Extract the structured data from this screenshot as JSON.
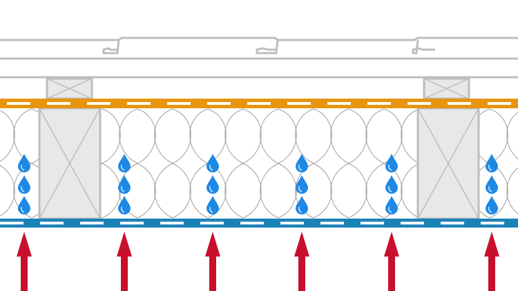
{
  "diagram": {
    "subject": "roof-insulation-cross-section",
    "colors": {
      "outline": "#BDBDBD",
      "timber_fill": "#E8E8E8",
      "outer_membrane": "#E8940E",
      "inner_vapour_barrier": "#1B82B8",
      "moisture_drop": "#1E88E5",
      "vapour_arrow": "#C8102E",
      "insulation_line": "#9E9E9E"
    },
    "drop_columns": 6,
    "drops_per_column": 3,
    "arrow_count": 6
  }
}
